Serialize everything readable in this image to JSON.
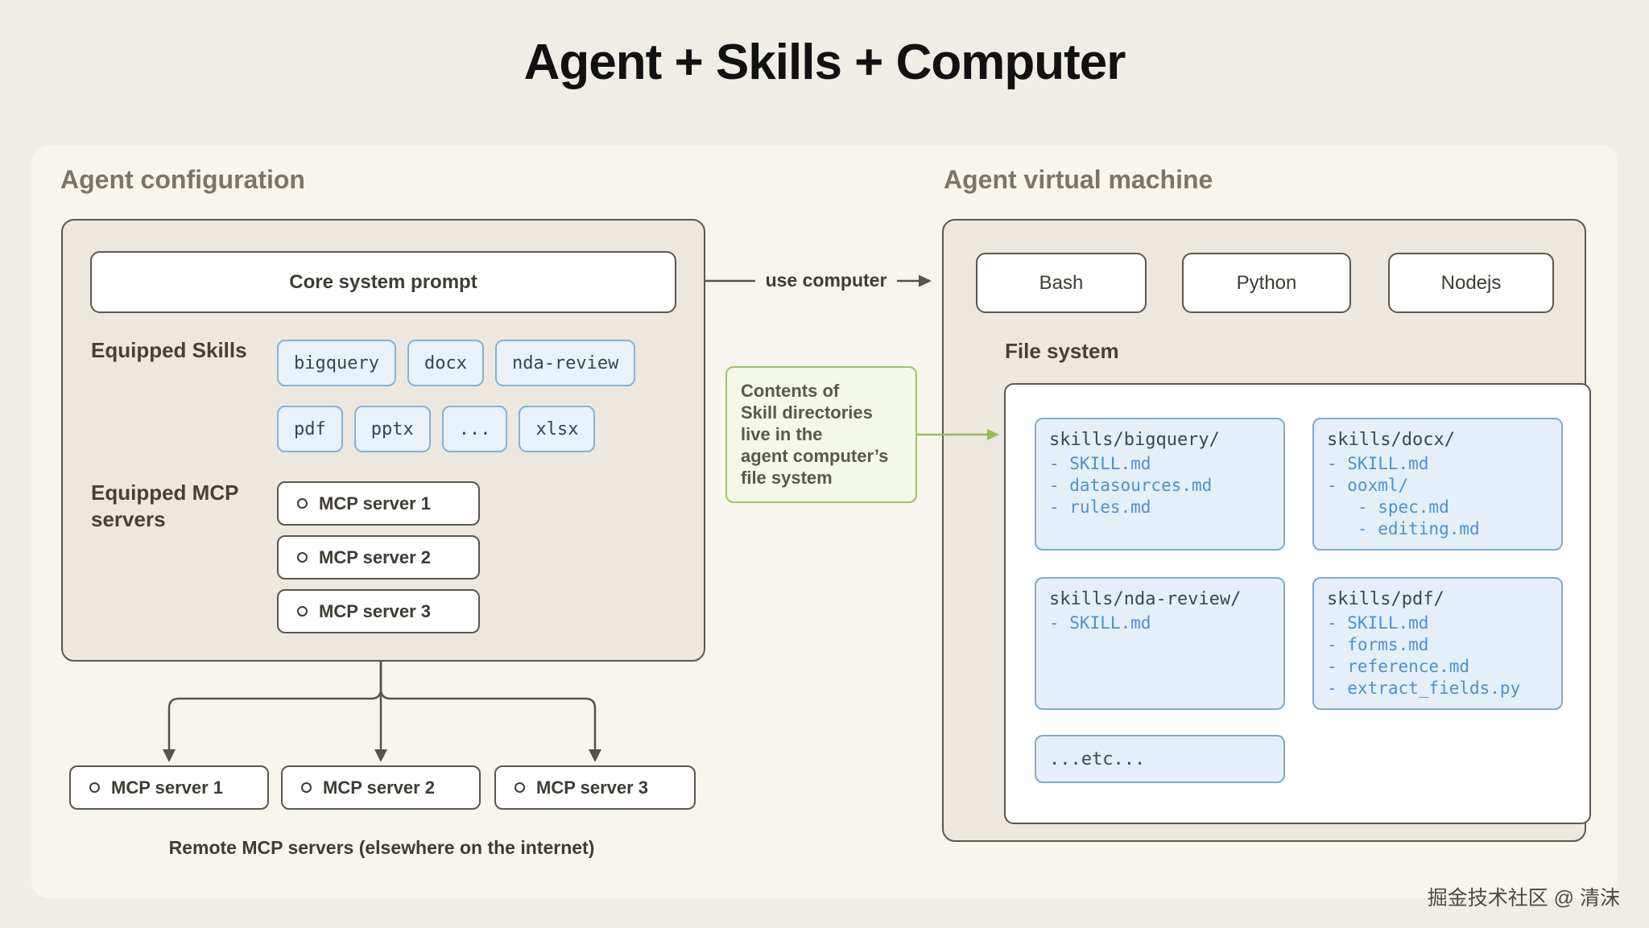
{
  "title": "Agent + Skills + Computer",
  "agent_config": {
    "heading": "Agent configuration",
    "core_prompt": "Core system prompt",
    "skills_label": "Equipped Skills",
    "skills_row1": [
      "bigquery",
      "docx",
      "nda-review"
    ],
    "skills_row2": [
      "pdf",
      "pptx",
      "...",
      "xlsx"
    ],
    "mcp_label": "Equipped MCP servers",
    "internal_mcp_servers": [
      "MCP server 1",
      "MCP server 2",
      "MCP server 3"
    ],
    "remote_mcp_servers": [
      "MCP server 1",
      "MCP server 2",
      "MCP server 3"
    ],
    "remote_caption": "Remote MCP servers (elsewhere on the internet)"
  },
  "connectors": {
    "use_computer_label": "use computer",
    "skill_note_lines": [
      "Contents of",
      "Skill directories",
      "live in the",
      "agent computer’s",
      "file system"
    ]
  },
  "agent_vm": {
    "heading": "Agent virtual machine",
    "runtimes": [
      "Bash",
      "Python",
      "Nodejs"
    ],
    "file_system_label": "File system",
    "directories": [
      {
        "header": "skills/bigquery/",
        "entries": [
          "- SKILL.md",
          "- datasources.md",
          "- rules.md"
        ]
      },
      {
        "header": "skills/docx/",
        "entries": [
          "- SKILL.md",
          "- ooxml/",
          "   - spec.md",
          "   - editing.md"
        ]
      },
      {
        "header": "skills/nda-review/",
        "entries": [
          "- SKILL.md"
        ]
      },
      {
        "header": "skills/pdf/",
        "entries": [
          "- SKILL.md",
          "- forms.md",
          "- reference.md",
          "- extract_fields.py"
        ]
      }
    ],
    "etc_label": "...etc..."
  },
  "watermark": "掘金技术社区 @ 清沫",
  "colors": {
    "outline_dark": "#5C574D",
    "skill_blue_border": "#86B0D7",
    "skill_blue_text": "#4E90CF",
    "green_border": "#A2C262",
    "panel_beige": "#ECE8DF"
  }
}
